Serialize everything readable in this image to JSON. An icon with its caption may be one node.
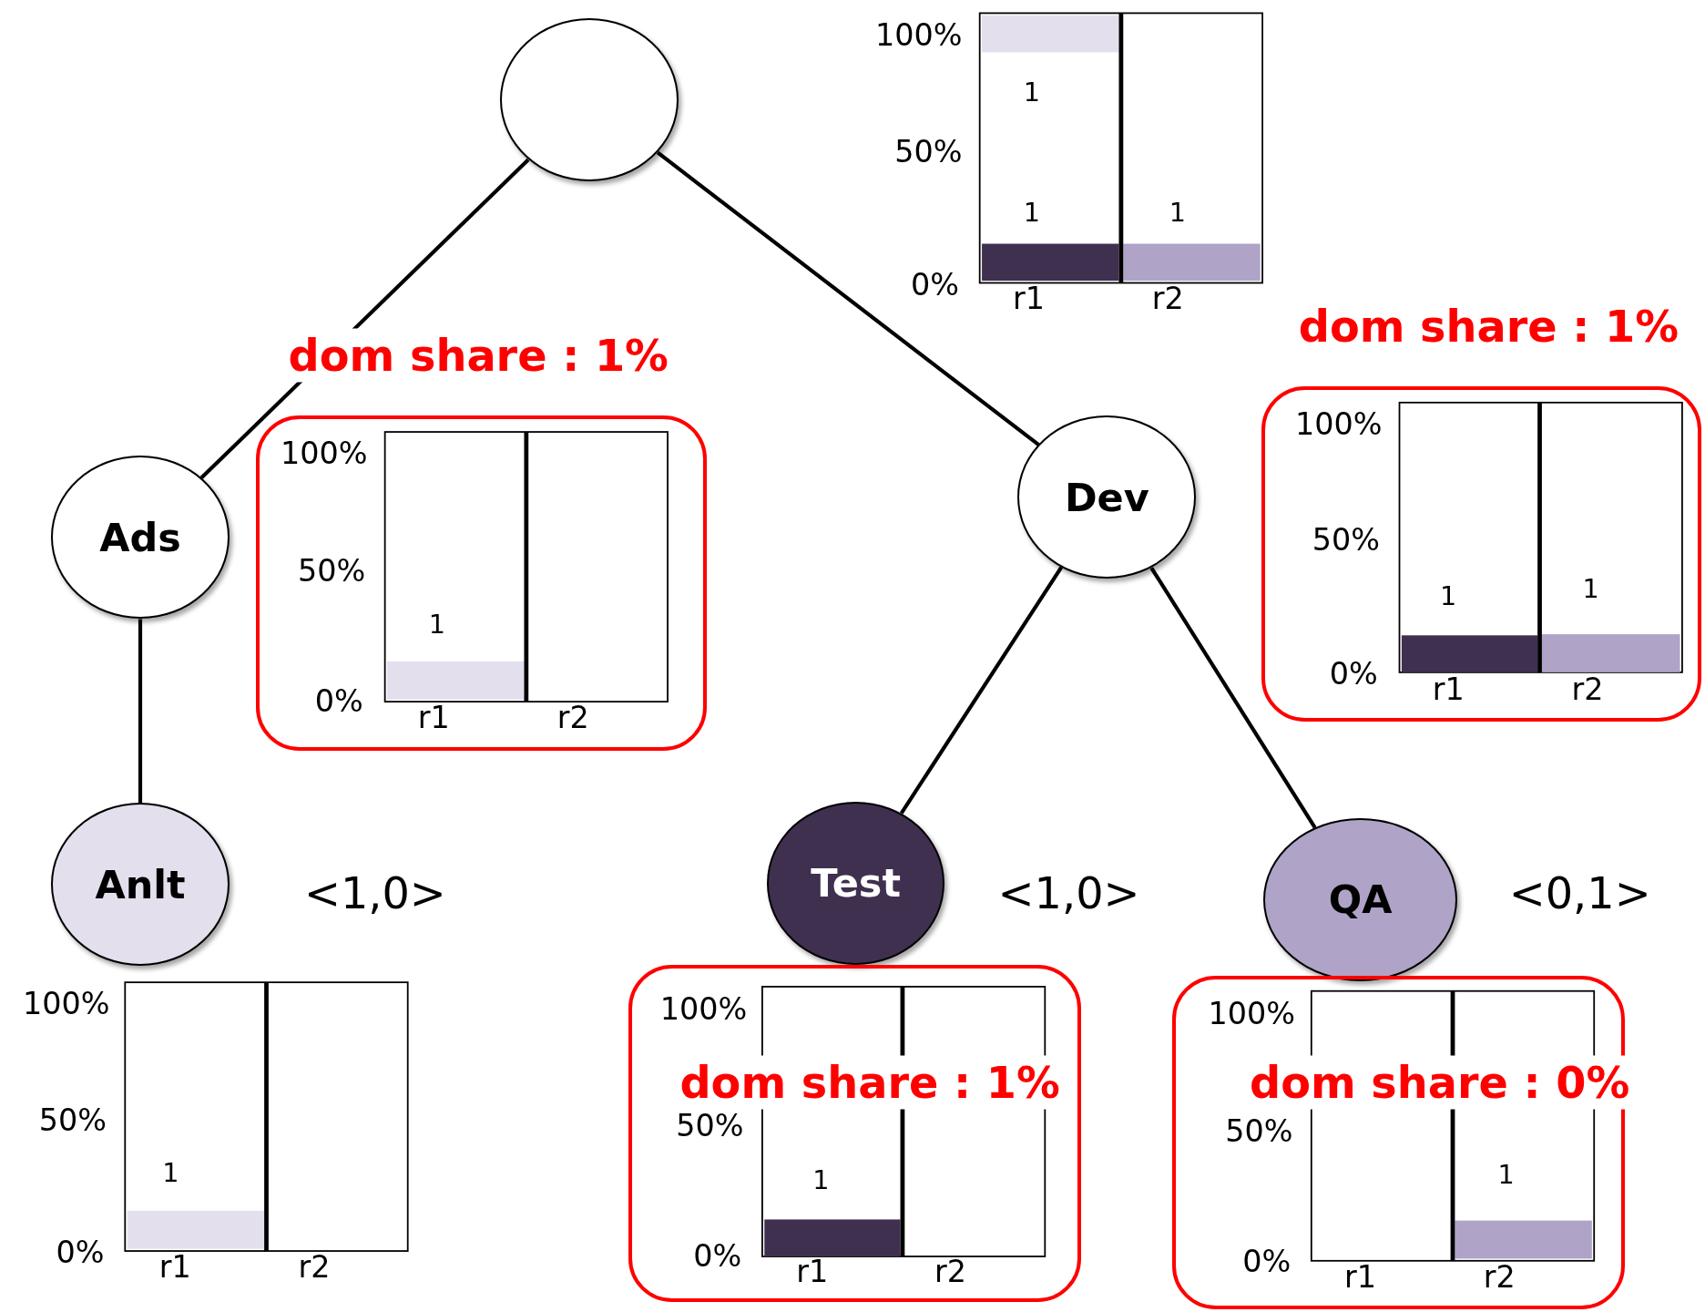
{
  "diagram": {
    "nodes": [
      {
        "text": [],
        "shape": "circle"
      },
      {
        "text": [
          "Ads"
        ]
      },
      {
        "text": [
          "Dev"
        ]
      },
      {
        "text": [
          "Anlt"
        ]
      },
      {
        "text": [
          "Test"
        ]
      },
      {
        "text": [
          "QA"
        ]
      },
      {
        "text": [
          "dom share : 1%"
        ]
      },
      {
        "text": [
          "dom share : 1%"
        ]
      },
      {
        "text": [
          "dom share : 1%"
        ]
      },
      {
        "text": [
          "dom share : 0%"
        ]
      }
    ],
    "edges": [
      {
        "from": 0,
        "to": 1,
        "arrow": "none"
      },
      {
        "from": 0,
        "to": 2,
        "arrow": "none"
      },
      {
        "from": 1,
        "to": 3,
        "arrow": "none"
      },
      {
        "from": 2,
        "to": 4,
        "arrow": "none"
      },
      {
        "from": 2,
        "to": 5,
        "arrow": "none"
      }
    ],
    "labels": [
      "100%",
      "1",
      "50%",
      "1",
      "1",
      "0%",
      "r1",
      "r2",
      "100%",
      "50%",
      "1",
      "0%",
      "r1",
      "r2",
      "100%",
      "50%",
      "1",
      "1",
      "0%",
      "r1",
      "r2",
      "<1,0>",
      "<1,0>",
      "<0,1>",
      "100%",
      "50%",
      "1",
      "0%",
      "r1",
      "r2",
      "100%",
      "50%",
      "1",
      "0%",
      "r1",
      "r2",
      "100%",
      "50%",
      "1",
      "0%",
      "r1",
      "r2"
    ]
  }
}
